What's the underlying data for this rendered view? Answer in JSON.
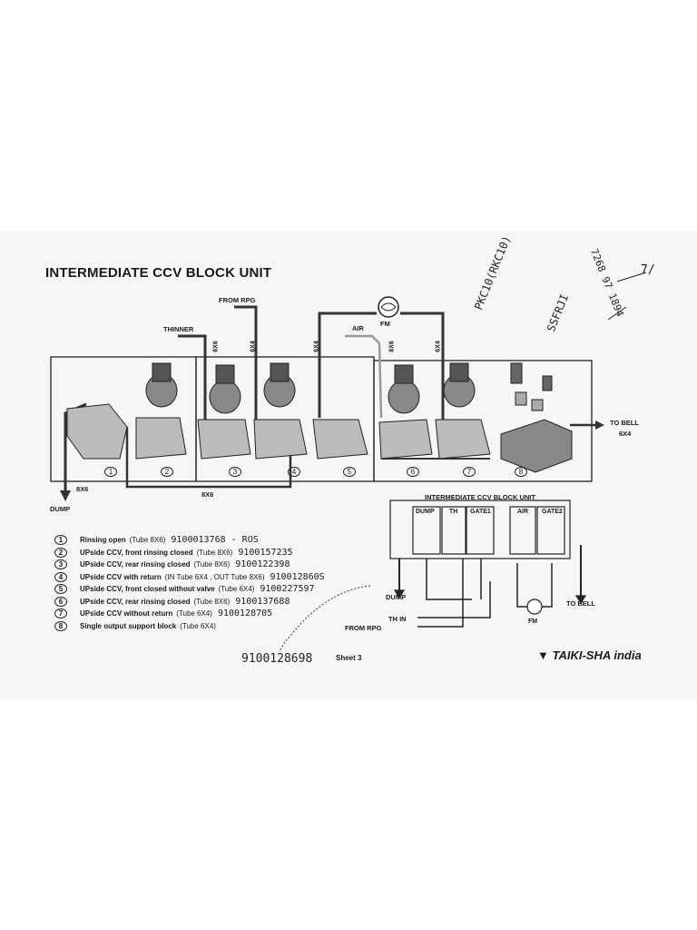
{
  "title": "INTERMEDIATE CCV BLOCK UNIT",
  "labels": {
    "from_rpg": "FROM RPG",
    "thinner": "THINNER",
    "air": "AIR",
    "fm": "FM",
    "to_bell": "TO BELL",
    "to_bell_tube": "6X4",
    "dump": "DUMP",
    "tube_8x6_a": "8X6",
    "tube_8x6_b": "8X6",
    "tube_8x6_bottom": "8X6",
    "tube_6x4_a": "6X4",
    "tube_6x4_b": "6X4",
    "tube_8x6_c": "8X6",
    "tube_6x4_c": "6X4"
  },
  "component_numbers": [
    "1",
    "2",
    "3",
    "4",
    "5",
    "6",
    "7",
    "8"
  ],
  "schematic": {
    "title": "INTERMEDIATE CCV BLOCK UNIT",
    "valves": [
      "DUMP",
      "TH",
      "GATE1",
      "AIR",
      "GATE2"
    ],
    "dump": "DUMP",
    "to_bell": "TO BELL",
    "th_in": "TH IN",
    "from_rpg": "FROM RPG",
    "fm": "FM"
  },
  "legend": [
    {
      "num": "1",
      "text": "Rinsing open",
      "tube": "(Tube 8X6)",
      "hand": "9100013768 - ROS"
    },
    {
      "num": "2",
      "text": "UPside CCV, front rinsing closed",
      "tube": "(Tube 8X6)",
      "hand": "9100157235"
    },
    {
      "num": "3",
      "text": "UPside CCV, rear rinsing closed",
      "tube": "(Tube 8X6)",
      "hand": "9100122398"
    },
    {
      "num": "4",
      "text": "UPside CCV with return",
      "tube": "(IN Tube 6X4 , OUT Tube 8X6)",
      "hand": "910012860S"
    },
    {
      "num": "5",
      "text": "UPside CCV, front closed without valve",
      "tube": "(Tube 6X4)",
      "hand": "9100227597"
    },
    {
      "num": "6",
      "text": "UPside CCV, rear rinsing closed",
      "tube": "(Tube 8X6)",
      "hand": "9100137688"
    },
    {
      "num": "7",
      "text": "UPside CCV without return",
      "tube": "(Tube 6X4)",
      "hand": "9100128705"
    },
    {
      "num": "8",
      "text": "Single output support block",
      "tube": "(Tube 6X4)",
      "hand": ""
    }
  ],
  "handwritten": {
    "part_number": "9100128698",
    "note_pkc": "PKC10(RKC10)",
    "note_ssfrj": "SSFRJI",
    "note_phone": "7268 97 1894",
    "note_corner": "7/"
  },
  "sheet": "Sheet 3",
  "brand": "TAIKI-SHA india"
}
